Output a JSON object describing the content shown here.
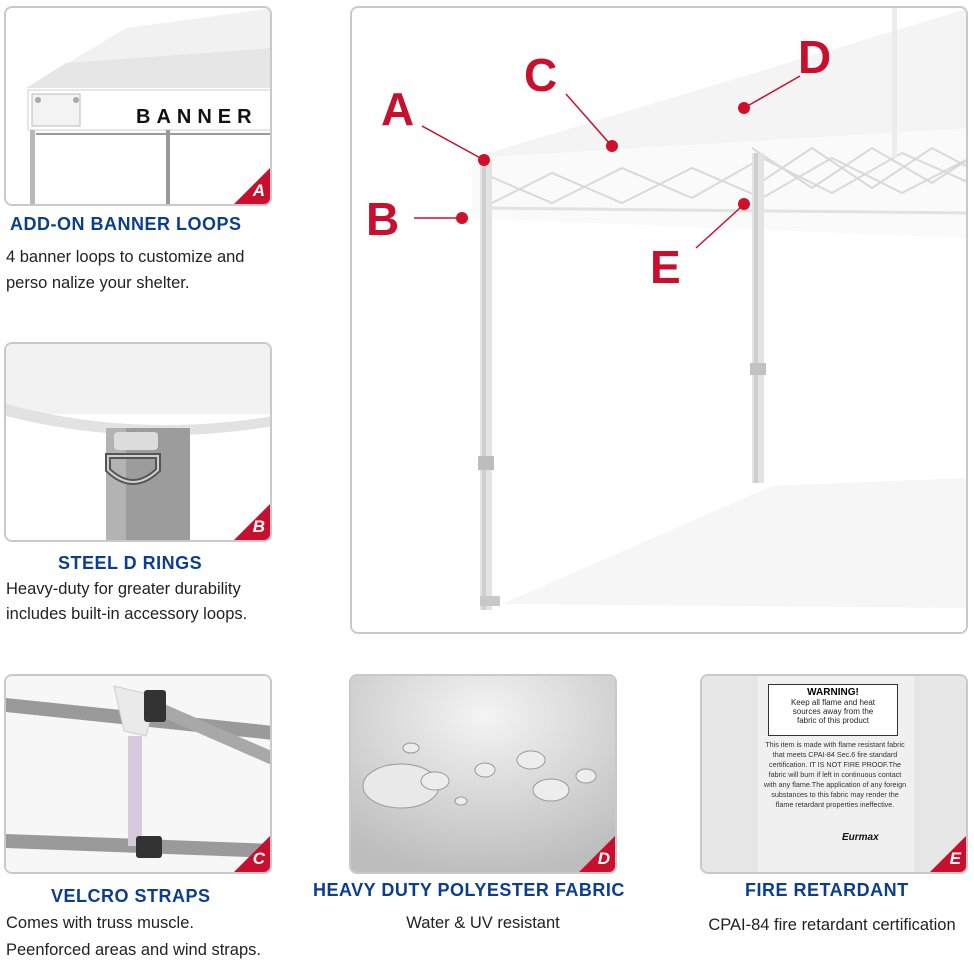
{
  "features": {
    "banner_loops": {
      "title": "ADD-ON BANNER LOOPS",
      "desc_line1": "4 banner loops to customize and",
      "desc_line2": "perso nalize your shelter.",
      "badge": "A",
      "photo_text": "BANNER"
    },
    "d_rings": {
      "title": "STEEL D RINGS",
      "desc_line1": "Heavy-duty for greater durability",
      "desc_line2": "includes built-in accessory loops.",
      "badge": "B"
    },
    "velcro": {
      "title": "VELCRO STRAPS",
      "desc_line1": "Comes with truss muscle.",
      "desc_line2": "Peenforced areas and wind straps.",
      "badge": "C"
    },
    "fabric": {
      "title": "HEAVY DUTY POLYESTER FABRIC",
      "desc": "Water & UV resistant",
      "badge": "D"
    },
    "fire": {
      "title": "FIRE RETARDANT",
      "desc": "CPAI-84 fire retardant certification",
      "badge": "E",
      "label": {
        "title": "WARNING!",
        "line1": "Keep all flame and heat",
        "line2": "sources away from the",
        "line3": "fabric of this product",
        "body": "This item is made with flame resistant fabric that meets CPAI-84 Sec.6 fire standard certification. IT IS NOT FIRE PROOF.The fabric will burn if left in continuous contact with any flame.The application of any foreign substances to this fabric may render the flame retardant properties ineffective.",
        "brand": "Eurmax"
      }
    }
  },
  "main_callouts": [
    "A",
    "B",
    "C",
    "D",
    "E"
  ],
  "colors": {
    "accent_red": "#c8102e",
    "title_blue": "#0b3d91",
    "border": "#c9c9c9"
  }
}
